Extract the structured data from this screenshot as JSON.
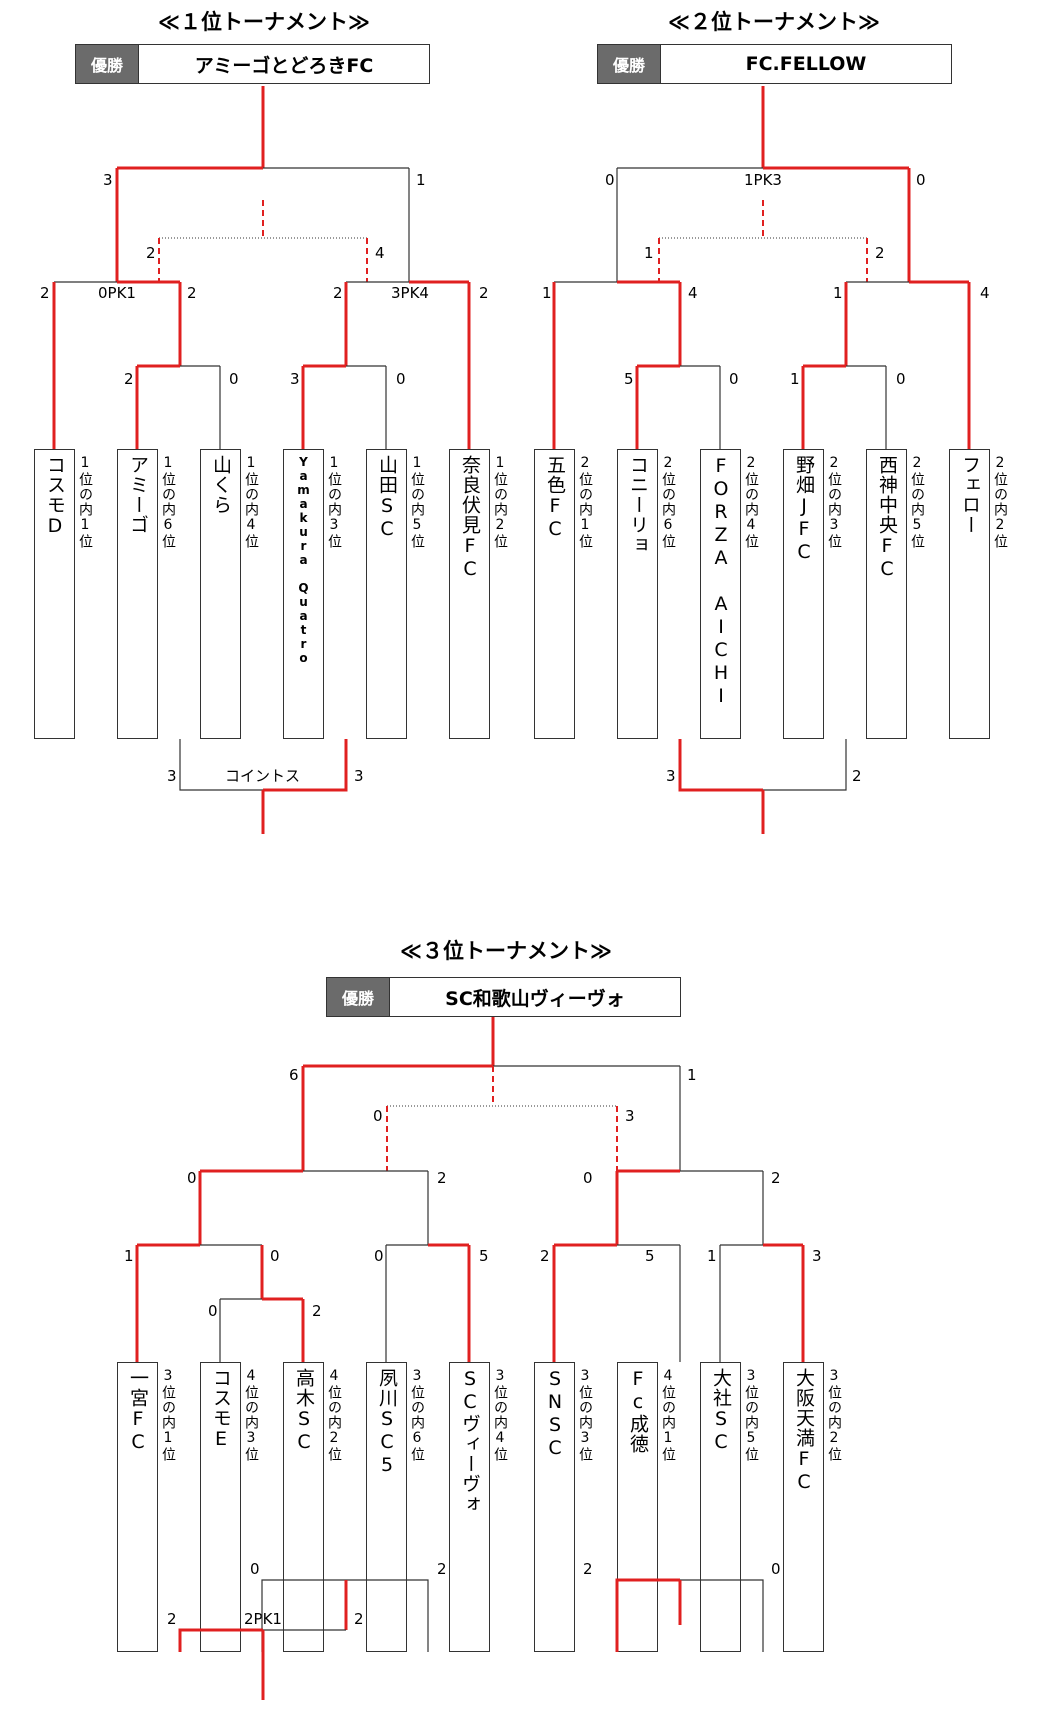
{
  "tournaments": [
    {
      "title": "≪１位トーナメント≫",
      "winner_label": "優勝",
      "winner": "アミーゴとどろきFC",
      "teams": [
        {
          "name": "コスモD",
          "rank": "1位の内1位"
        },
        {
          "name": "アミーゴ",
          "rank": "1位の内6位"
        },
        {
          "name": "山くら",
          "rank": "1位の内4位"
        },
        {
          "name": "Yamakura Quatro",
          "rank": "1位の内3位"
        },
        {
          "name": "山田SC",
          "rank": "1位の内5位"
        },
        {
          "name": "奈良伏見FC",
          "rank": "1位の内2位"
        }
      ],
      "scores": [
        "3",
        "1",
        "2",
        "4",
        "2",
        "0PK1",
        "2",
        "2",
        "3PK4",
        "2",
        "2",
        "0",
        "3",
        "0",
        "3",
        "コイントス",
        "3"
      ]
    },
    {
      "title": "≪２位トーナメント≫",
      "winner_label": "優勝",
      "winner": "FC.FELLOW",
      "teams": [
        {
          "name": "五色FC",
          "rank": "2位の内1位"
        },
        {
          "name": "コニーリョ",
          "rank": "2位の内6位"
        },
        {
          "name": "FORZA AICHI",
          "rank": "2位の内4位"
        },
        {
          "name": "野畑JFC",
          "rank": "2位の内3位"
        },
        {
          "name": "西神中央FC",
          "rank": "2位の内5位"
        },
        {
          "name": "フェロー",
          "rank": "2位の内2位"
        }
      ],
      "scores": [
        "0",
        "1PK3",
        "0",
        "1",
        "2",
        "1",
        "4",
        "1",
        "4",
        "5",
        "0",
        "1",
        "0",
        "3",
        "2"
      ]
    },
    {
      "title": "≪３位トーナメント≫",
      "winner_label": "優勝",
      "winner": "SC和歌山ヴィーヴォ",
      "teams": [
        {
          "name": "一宮FC",
          "rank": "3位の内1位"
        },
        {
          "name": "コスモE",
          "rank": "4位の内3位"
        },
        {
          "name": "高木SC",
          "rank": "4位の内2位"
        },
        {
          "name": "夙川SC5",
          "rank": "3位の内6位"
        },
        {
          "name": "SCヴィーヴォ",
          "rank": "3位の内4位"
        },
        {
          "name": "SNSC",
          "rank": "3位の内3位"
        },
        {
          "name": "Fc成徳",
          "rank": "4位の内1位"
        },
        {
          "name": "大社SC",
          "rank": "3位の内5位"
        },
        {
          "name": "大阪天満FC",
          "rank": "3位の内2位"
        }
      ],
      "scores": [
        "6",
        "1",
        "0",
        "3",
        "0",
        "2",
        "0",
        "2",
        "1",
        "0",
        "0",
        "5",
        "2",
        "5",
        "1",
        "3",
        "0",
        "2",
        "0",
        "2",
        "2",
        "2PK1",
        "2",
        "2",
        "0"
      ]
    }
  ],
  "colors": {
    "win": "#e02020",
    "line": "#333333"
  }
}
